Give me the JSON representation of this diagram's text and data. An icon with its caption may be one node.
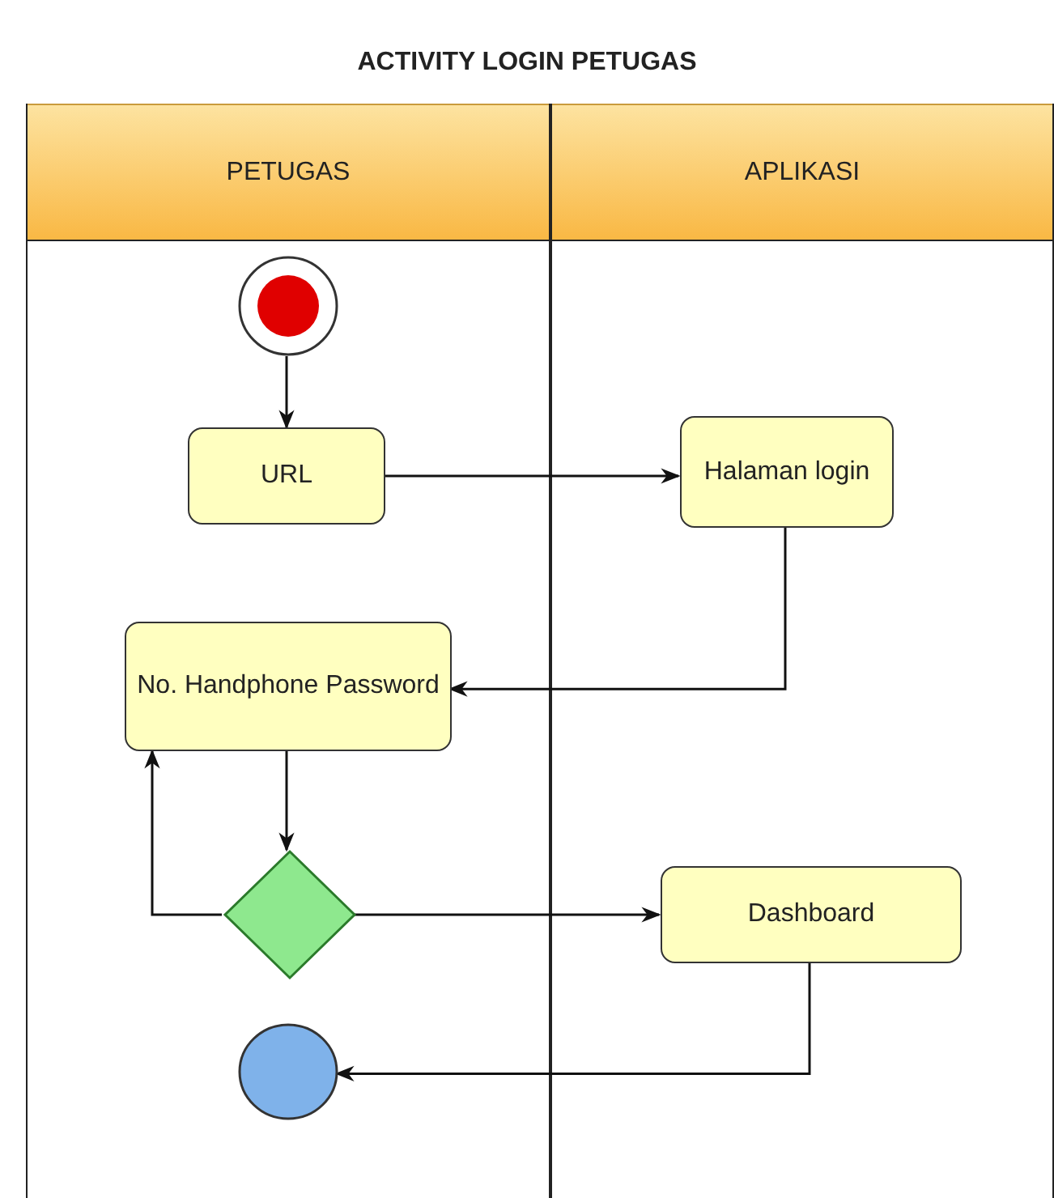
{
  "diagram": {
    "title": "ACTIVITY LOGIN PETUGAS",
    "nodes": [
      {
        "text": [
          "PETUGAS"
        ]
      },
      {
        "text": [
          "APLIKASI"
        ]
      },
      {
        "text": [],
        "shape": "circle",
        "in": 0
      },
      {
        "text": [
          "URL"
        ],
        "in": 0
      },
      {
        "text": [
          "Halaman login"
        ],
        "in": 1
      },
      {
        "text": [
          "No. Handphone Password"
        ],
        "in": 0
      },
      {
        "text": [],
        "shape": "diamond",
        "in": 0
      },
      {
        "text": [
          "Dashboard"
        ],
        "in": 1
      },
      {
        "text": [],
        "shape": "circle",
        "in": 0
      }
    ],
    "edges": [
      {
        "from": 2,
        "to": 3,
        "arrow": "to"
      },
      {
        "from": 3,
        "to": 4,
        "arrow": "to"
      },
      {
        "from": 4,
        "to": 5,
        "arrow": "to"
      },
      {
        "from": 5,
        "to": 6,
        "arrow": "to"
      },
      {
        "from": 6,
        "to": 5,
        "arrow": "to"
      },
      {
        "from": 6,
        "to": 7,
        "arrow": "to"
      },
      {
        "from": 7,
        "to": 8,
        "arrow": "to"
      }
    ]
  }
}
